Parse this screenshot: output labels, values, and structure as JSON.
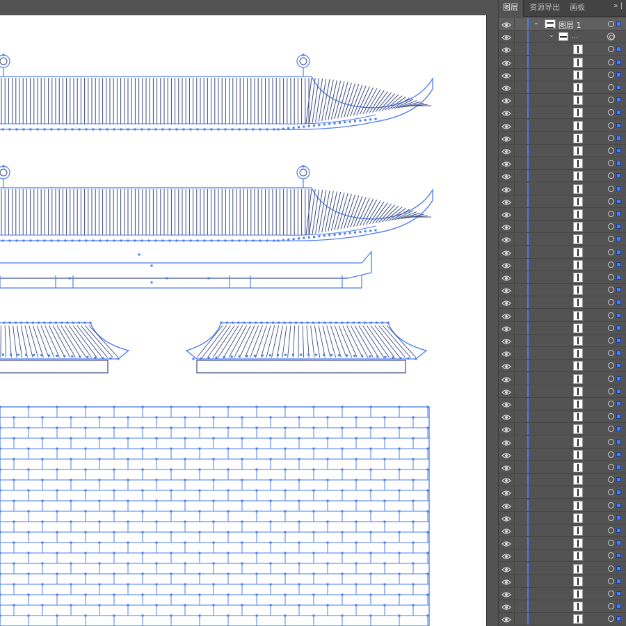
{
  "panel": {
    "tabs": [
      "图层",
      "资源导出",
      "画板"
    ],
    "menu_icon": "double-chevron-right-icon",
    "layer_name": "图层 1",
    "group_name": "...",
    "item_count": 47
  },
  "colors": {
    "selection": "#4a7bf0",
    "panel_bg": "#535353",
    "canvas": "#ffffff"
  },
  "icons": [
    "eye-icon",
    "chevron-down-icon",
    "layer-thumbnail-icon",
    "target-circle-icon",
    "selection-square-icon"
  ]
}
